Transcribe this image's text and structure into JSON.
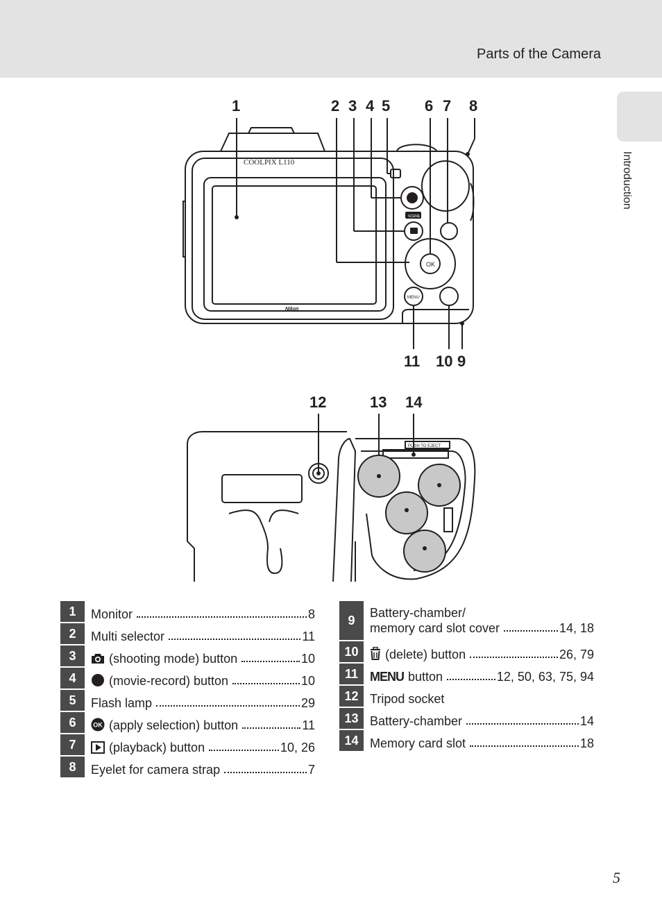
{
  "header": {
    "section_title": "Parts of the Camera"
  },
  "side_tab": {
    "label": "Introduction"
  },
  "page_number": "5",
  "camera_back": {
    "brand_model": "COOLPIX L110",
    "brand_logo": "Nikon",
    "scene_label": "SCENE",
    "ok_label": "OK",
    "menu_label": "MENU",
    "callouts": [
      "1",
      "2",
      "3",
      "4",
      "5",
      "6",
      "7",
      "8",
      "9",
      "10",
      "11"
    ]
  },
  "camera_bottom": {
    "eject_label": "PUSH TO EJECT",
    "callouts": [
      "12",
      "13",
      "14"
    ]
  },
  "parts_left": [
    {
      "num": "1",
      "icon": "",
      "label": "Monitor",
      "pages": "8"
    },
    {
      "num": "2",
      "icon": "",
      "label": "Multi selector",
      "pages": "11"
    },
    {
      "num": "3",
      "icon": "camera-icon",
      "label": "(shooting mode) button",
      "pages": "10"
    },
    {
      "num": "4",
      "icon": "record-dot-icon",
      "label": "(movie-record) button",
      "pages": "10"
    },
    {
      "num": "5",
      "icon": "",
      "label": "Flash lamp",
      "pages": "29"
    },
    {
      "num": "6",
      "icon": "ok-icon",
      "label": "(apply selection) button",
      "pages": "11"
    },
    {
      "num": "7",
      "icon": "playback-icon",
      "label": "(playback) button",
      "pages": "10, 26"
    },
    {
      "num": "8",
      "icon": "",
      "label": "Eyelet for camera strap",
      "pages": "7"
    }
  ],
  "parts_right": [
    {
      "num": "9",
      "icon": "",
      "label": "Battery-chamber/",
      "label2": "memory card slot cover",
      "pages": "14, 18"
    },
    {
      "num": "10",
      "icon": "trash-icon",
      "label": "(delete) button",
      "pages": "26, 79"
    },
    {
      "num": "11",
      "icon": "menu-icon",
      "label": "button",
      "pages": "12, 50, 63, 75, 94"
    },
    {
      "num": "12",
      "icon": "",
      "label": "Tripod socket",
      "pages": ""
    },
    {
      "num": "13",
      "icon": "",
      "label": "Battery-chamber",
      "pages": "14"
    },
    {
      "num": "14",
      "icon": "",
      "label": "Memory card slot",
      "pages": "18"
    }
  ]
}
